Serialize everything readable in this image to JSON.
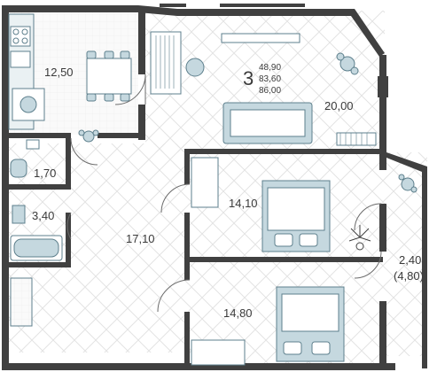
{
  "plan": {
    "rooms_count": "3",
    "totals": [
      "48,90",
      "83,60",
      "86,00"
    ],
    "rooms": {
      "kitchen": "12,50",
      "living": "20,00",
      "wc": "1,70",
      "bath": "3,40",
      "hall": "17,10",
      "bedroom1": "14,10",
      "bedroom2": "14,80",
      "balcony": "2,40",
      "balcony_full": "(4,80)"
    }
  },
  "colors": {
    "wall": "#404040",
    "furniture_fill": "#c5d8df",
    "furniture_stroke": "#5d7f8c",
    "line": "#6b6b6b"
  }
}
